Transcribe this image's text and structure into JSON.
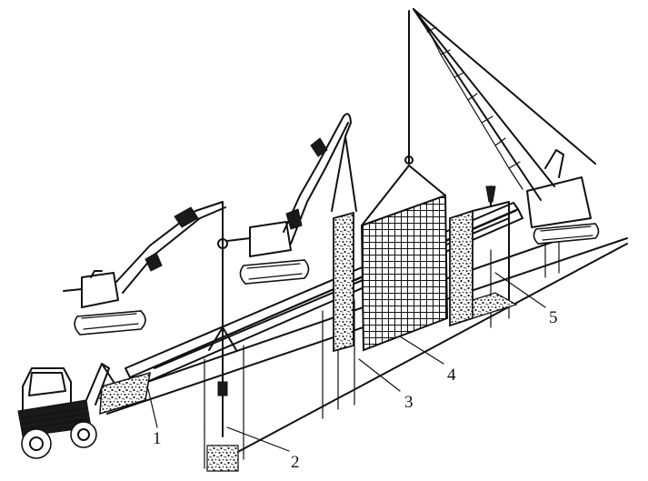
{
  "labels": {
    "l1": "1",
    "l2": "2",
    "l3": "3",
    "l4": "4",
    "l5": "5"
  },
  "icons": {
    "front_loader": "front-loader-icon",
    "small_excavator": "excavator-icon",
    "grab_excavator": "grab-excavator-icon",
    "crawler_crane": "crawler-crane-icon"
  }
}
